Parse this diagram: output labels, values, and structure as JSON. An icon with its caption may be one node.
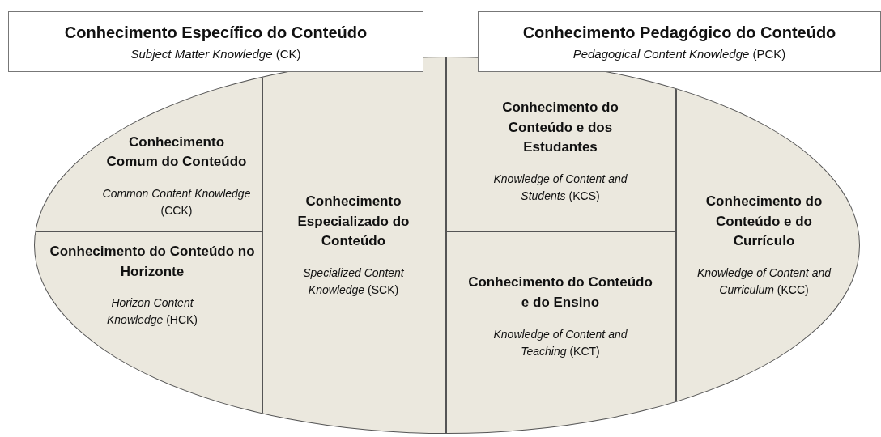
{
  "diagram": {
    "nodes": [
      {
        "text": [
          "Conhecimento Específico do Conteúdo",
          "*Subject Matter Knowledge* (CK)"
        ]
      },
      {
        "text": [
          "Conhecimento Pedagógico do Conteúdo",
          "*Pedagogical Content Knowledge* (PCK)"
        ]
      },
      {
        "text": [],
        "shape": "ellipse"
      },
      {
        "text": [
          "Conhecimento Comum do Conteúdo",
          "*Common Content Knowledge* (CCK)"
        ],
        "in": 2
      },
      {
        "text": [
          "Conhecimento do Conteúdo no Horizonte",
          "*Horizon Content Knowledge* (HCK)"
        ],
        "in": 2
      },
      {
        "text": [
          "Conhecimento Especializado do Conteúdo",
          "*Specialized Content Knowledge* (SCK)"
        ],
        "in": 2
      },
      {
        "text": [
          "Conhecimento do Conteúdo e dos Estudantes",
          "*Knowledge of Content and Students* (KCS)"
        ],
        "in": 2
      },
      {
        "text": [
          "Conhecimento do Conteúdo e do Ensino",
          "*Knowledge of Content and Teaching* (KCT)"
        ],
        "in": 2
      },
      {
        "text": [
          "Conhecimento do Conteúdo e do Currículo",
          "*Knowledge of Content and Curriculum* (KCC)"
        ],
        "in": 2
      }
    ]
  }
}
